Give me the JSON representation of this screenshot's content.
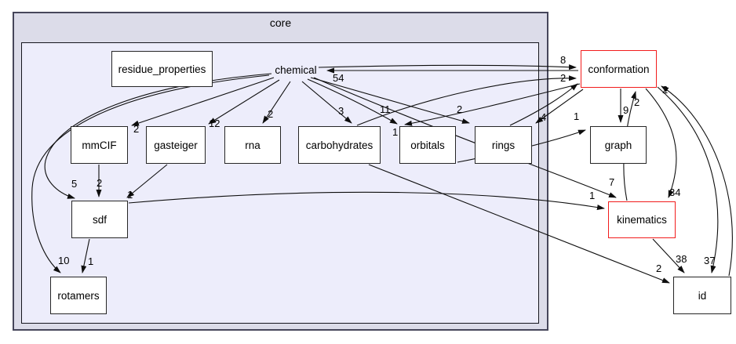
{
  "diagram_type": "directory-dependency-graph",
  "colors": {
    "outer_cluster_fill": "#dcdce9",
    "outer_cluster_border": "#46465a",
    "inner_cluster_fill": "#ededfb",
    "node_fill": "#ffffff",
    "node_border": "#262626",
    "highlight_border": "#f21c1c",
    "edge_color": "#0e0e0e"
  },
  "clusters": {
    "outer": {
      "label": "core"
    },
    "inner": {
      "label": "chemical"
    }
  },
  "nodes": [
    {
      "id": "residue_properties",
      "label": "residue_properties",
      "style": "plain"
    },
    {
      "id": "chemical",
      "label": "chemical",
      "style": "text-only"
    },
    {
      "id": "mmCIF",
      "label": "mmCIF",
      "style": "plain"
    },
    {
      "id": "gasteiger",
      "label": "gasteiger",
      "style": "plain"
    },
    {
      "id": "rna",
      "label": "rna",
      "style": "plain"
    },
    {
      "id": "carbohydrates",
      "label": "carbohydrates",
      "style": "plain"
    },
    {
      "id": "orbitals",
      "label": "orbitals",
      "style": "plain"
    },
    {
      "id": "rings",
      "label": "rings",
      "style": "plain"
    },
    {
      "id": "sdf",
      "label": "sdf",
      "style": "plain"
    },
    {
      "id": "rotamers",
      "label": "rotamers",
      "style": "plain"
    },
    {
      "id": "conformation",
      "label": "conformation",
      "style": "highlighted"
    },
    {
      "id": "graph",
      "label": "graph",
      "style": "plain"
    },
    {
      "id": "kinematics",
      "label": "kinematics",
      "style": "highlighted"
    },
    {
      "id": "id",
      "label": "id",
      "style": "plain"
    }
  ],
  "edges": [
    {
      "from": "conformation",
      "to": "chemical",
      "count": "54"
    },
    {
      "from": "chemical",
      "to": "conformation",
      "count": "8"
    },
    {
      "from": "carbohydrates",
      "to": "conformation",
      "count": "2"
    },
    {
      "from": "rings",
      "to": "conformation",
      "count": ""
    },
    {
      "from": "chemical",
      "to": "mmCIF",
      "count": "2"
    },
    {
      "from": "chemical",
      "to": "gasteiger",
      "count": "12"
    },
    {
      "from": "chemical",
      "to": "rna",
      "count": "2"
    },
    {
      "from": "chemical",
      "to": "carbohydrates",
      "count": "3"
    },
    {
      "from": "chemical",
      "to": "orbitals",
      "count": "11"
    },
    {
      "from": "conformation",
      "to": "orbitals",
      "count": "1"
    },
    {
      "from": "chemical",
      "to": "rings",
      "count": "2"
    },
    {
      "from": "conformation",
      "to": "rings",
      "count": "4"
    },
    {
      "from": "orbitals",
      "to": "graph",
      "count": "1"
    },
    {
      "from": "conformation",
      "to": "graph",
      "count": "9"
    },
    {
      "from": "kinematics",
      "to": "conformation",
      "count": "2"
    },
    {
      "from": "id",
      "to": "conformation",
      "count": "2"
    },
    {
      "from": "chemical",
      "to": "sdf",
      "count": "5"
    },
    {
      "from": "mmCIF",
      "to": "sdf",
      "count": "2"
    },
    {
      "from": "gasteiger",
      "to": "sdf",
      "count": "1"
    },
    {
      "from": "chemical",
      "to": "rotamers",
      "count": "10"
    },
    {
      "from": "sdf",
      "to": "rotamers",
      "count": "1"
    },
    {
      "from": "chemical",
      "to": "kinematics",
      "count": "7"
    },
    {
      "from": "conformation",
      "to": "kinematics",
      "count": "34"
    },
    {
      "from": "sdf",
      "to": "kinematics",
      "count": "1"
    },
    {
      "from": "kinematics",
      "to": "id",
      "count": "38"
    },
    {
      "from": "conformation",
      "to": "id",
      "count": "37"
    },
    {
      "from": "carbohydrates",
      "to": "id",
      "count": "2"
    }
  ]
}
